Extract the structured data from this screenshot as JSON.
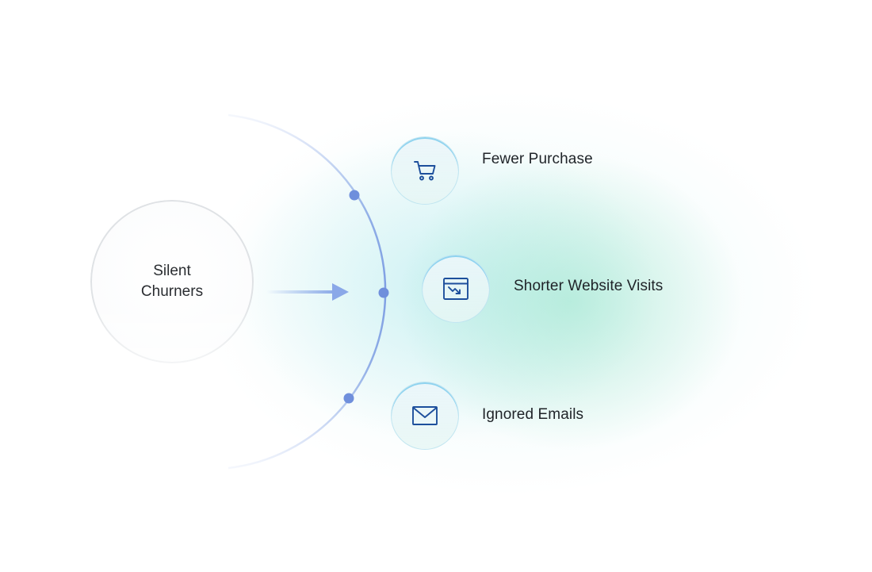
{
  "source": {
    "label_line1": "Silent",
    "label_line2": "Churners"
  },
  "outcomes": [
    {
      "label": "Fewer Purchase",
      "icon": "shopping-cart-icon"
    },
    {
      "label": "Shorter Website Visits",
      "icon": "browser-trend-down-icon"
    },
    {
      "label": "Ignored Emails",
      "icon": "envelope-icon"
    }
  ],
  "colors": {
    "arc": "#7f9fe3",
    "dot": "#6f8fdc",
    "icon": "#1d4f9c",
    "node_ring": "#8fd3ef",
    "glow_green": "#96e4c8",
    "glow_cyan": "#a8e8ec"
  }
}
